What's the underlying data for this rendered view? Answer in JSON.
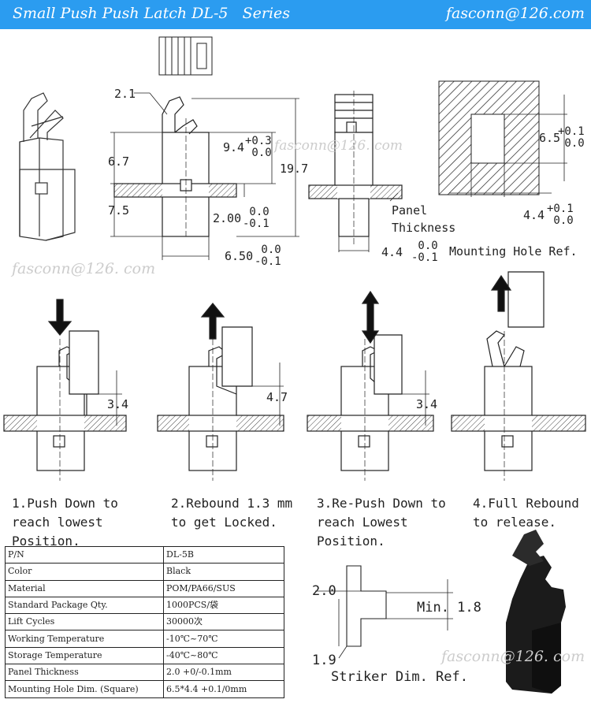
{
  "header": {
    "title": "Small Push Push Latch DL-5   Series",
    "watermark": "fasconn@126.com"
  },
  "watermarks": {
    "w1": "fasconn@126. com",
    "w2": "fasconn@126. com",
    "w3": "fasconn@126. com"
  },
  "dims": {
    "d21": "2.1",
    "d67": "6.7",
    "d75": "7.5",
    "d94": "9.4",
    "d94tol": "+0.3\n 0.0",
    "d197": "19.7",
    "d200": "2.00",
    "d200tol": " 0.0\n-0.1",
    "d650": "6.50",
    "d650tol": " 0.0\n-0.1",
    "d44": "4.4",
    "d44tol": " 0.0\n-0.1",
    "panel": "Panel\nThickness",
    "h65": "6.5",
    "h65tol": "+0.1\n 0.0",
    "h44": "4.4",
    "h44tol": "+0.1\n 0.0",
    "mount": "Mounting Hole Ref.",
    "s1": "3.4",
    "s2": "4.7",
    "s3": "3.4",
    "st20": "2.0",
    "st18": "Min. 1.8",
    "st19": "1.9",
    "striker": "Striker Dim. Ref."
  },
  "steps": {
    "s1": "1.Push Down to reach lowest Position.",
    "s2": "2.Rebound 1.3 mm to get Locked.",
    "s3": "3.Re-Push Down to reach Lowest Position.",
    "s4": "4.Full Rebound to release."
  },
  "spec": {
    "rows": [
      {
        "k": "P/N",
        "v": "DL-5B"
      },
      {
        "k": "Color",
        "v": "Black"
      },
      {
        "k": "Material",
        "v": "POM/PA66/SUS"
      },
      {
        "k": "Standard Package Qty.",
        "v": "1000PCS/袋"
      },
      {
        "k": "Lift Cycles",
        "v": "30000次"
      },
      {
        "k": "Working Temperature",
        "v": "-10℃~70℃"
      },
      {
        "k": "Storage Temperature",
        "v": "-40℃~80℃"
      },
      {
        "k": "Panel Thickness",
        "v": "2.0 +0/-0.1mm"
      },
      {
        "k": "Mounting Hole Dim. (Square)",
        "v": "6.5*4.4  +0.1/0mm"
      }
    ]
  }
}
